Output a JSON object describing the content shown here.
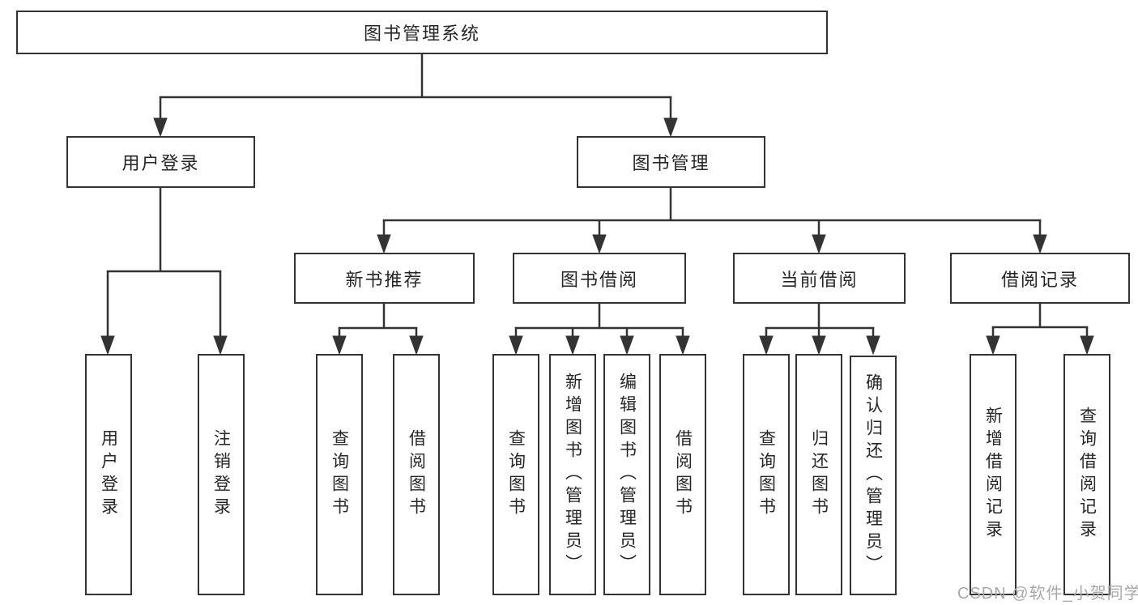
{
  "diagram": {
    "root": "图书管理系统",
    "level2": [
      "用户登录",
      "图书管理"
    ],
    "level3": [
      "新书推荐",
      "图书借阅",
      "当前借阅",
      "借阅记录"
    ],
    "leaves": {
      "user_login": [
        "用户登录",
        "注销登录"
      ],
      "new_books": [
        "查询图书",
        "借阅图书"
      ],
      "book_borrow": [
        "查询图书",
        "新增图书（管理员）",
        "编辑图书（管理员）",
        "借阅图书"
      ],
      "current_borrow": [
        "查询图书",
        "归还图书",
        "确认归还（管理员）"
      ],
      "borrow_records": [
        "新增借阅记录",
        "查询借阅记录"
      ]
    }
  },
  "watermark": "CSDN @软件_小贺同学",
  "colors": {
    "line": "#333333",
    "text": "#262626",
    "watermark": "#a8a8a8",
    "background": "#ffffff"
  }
}
